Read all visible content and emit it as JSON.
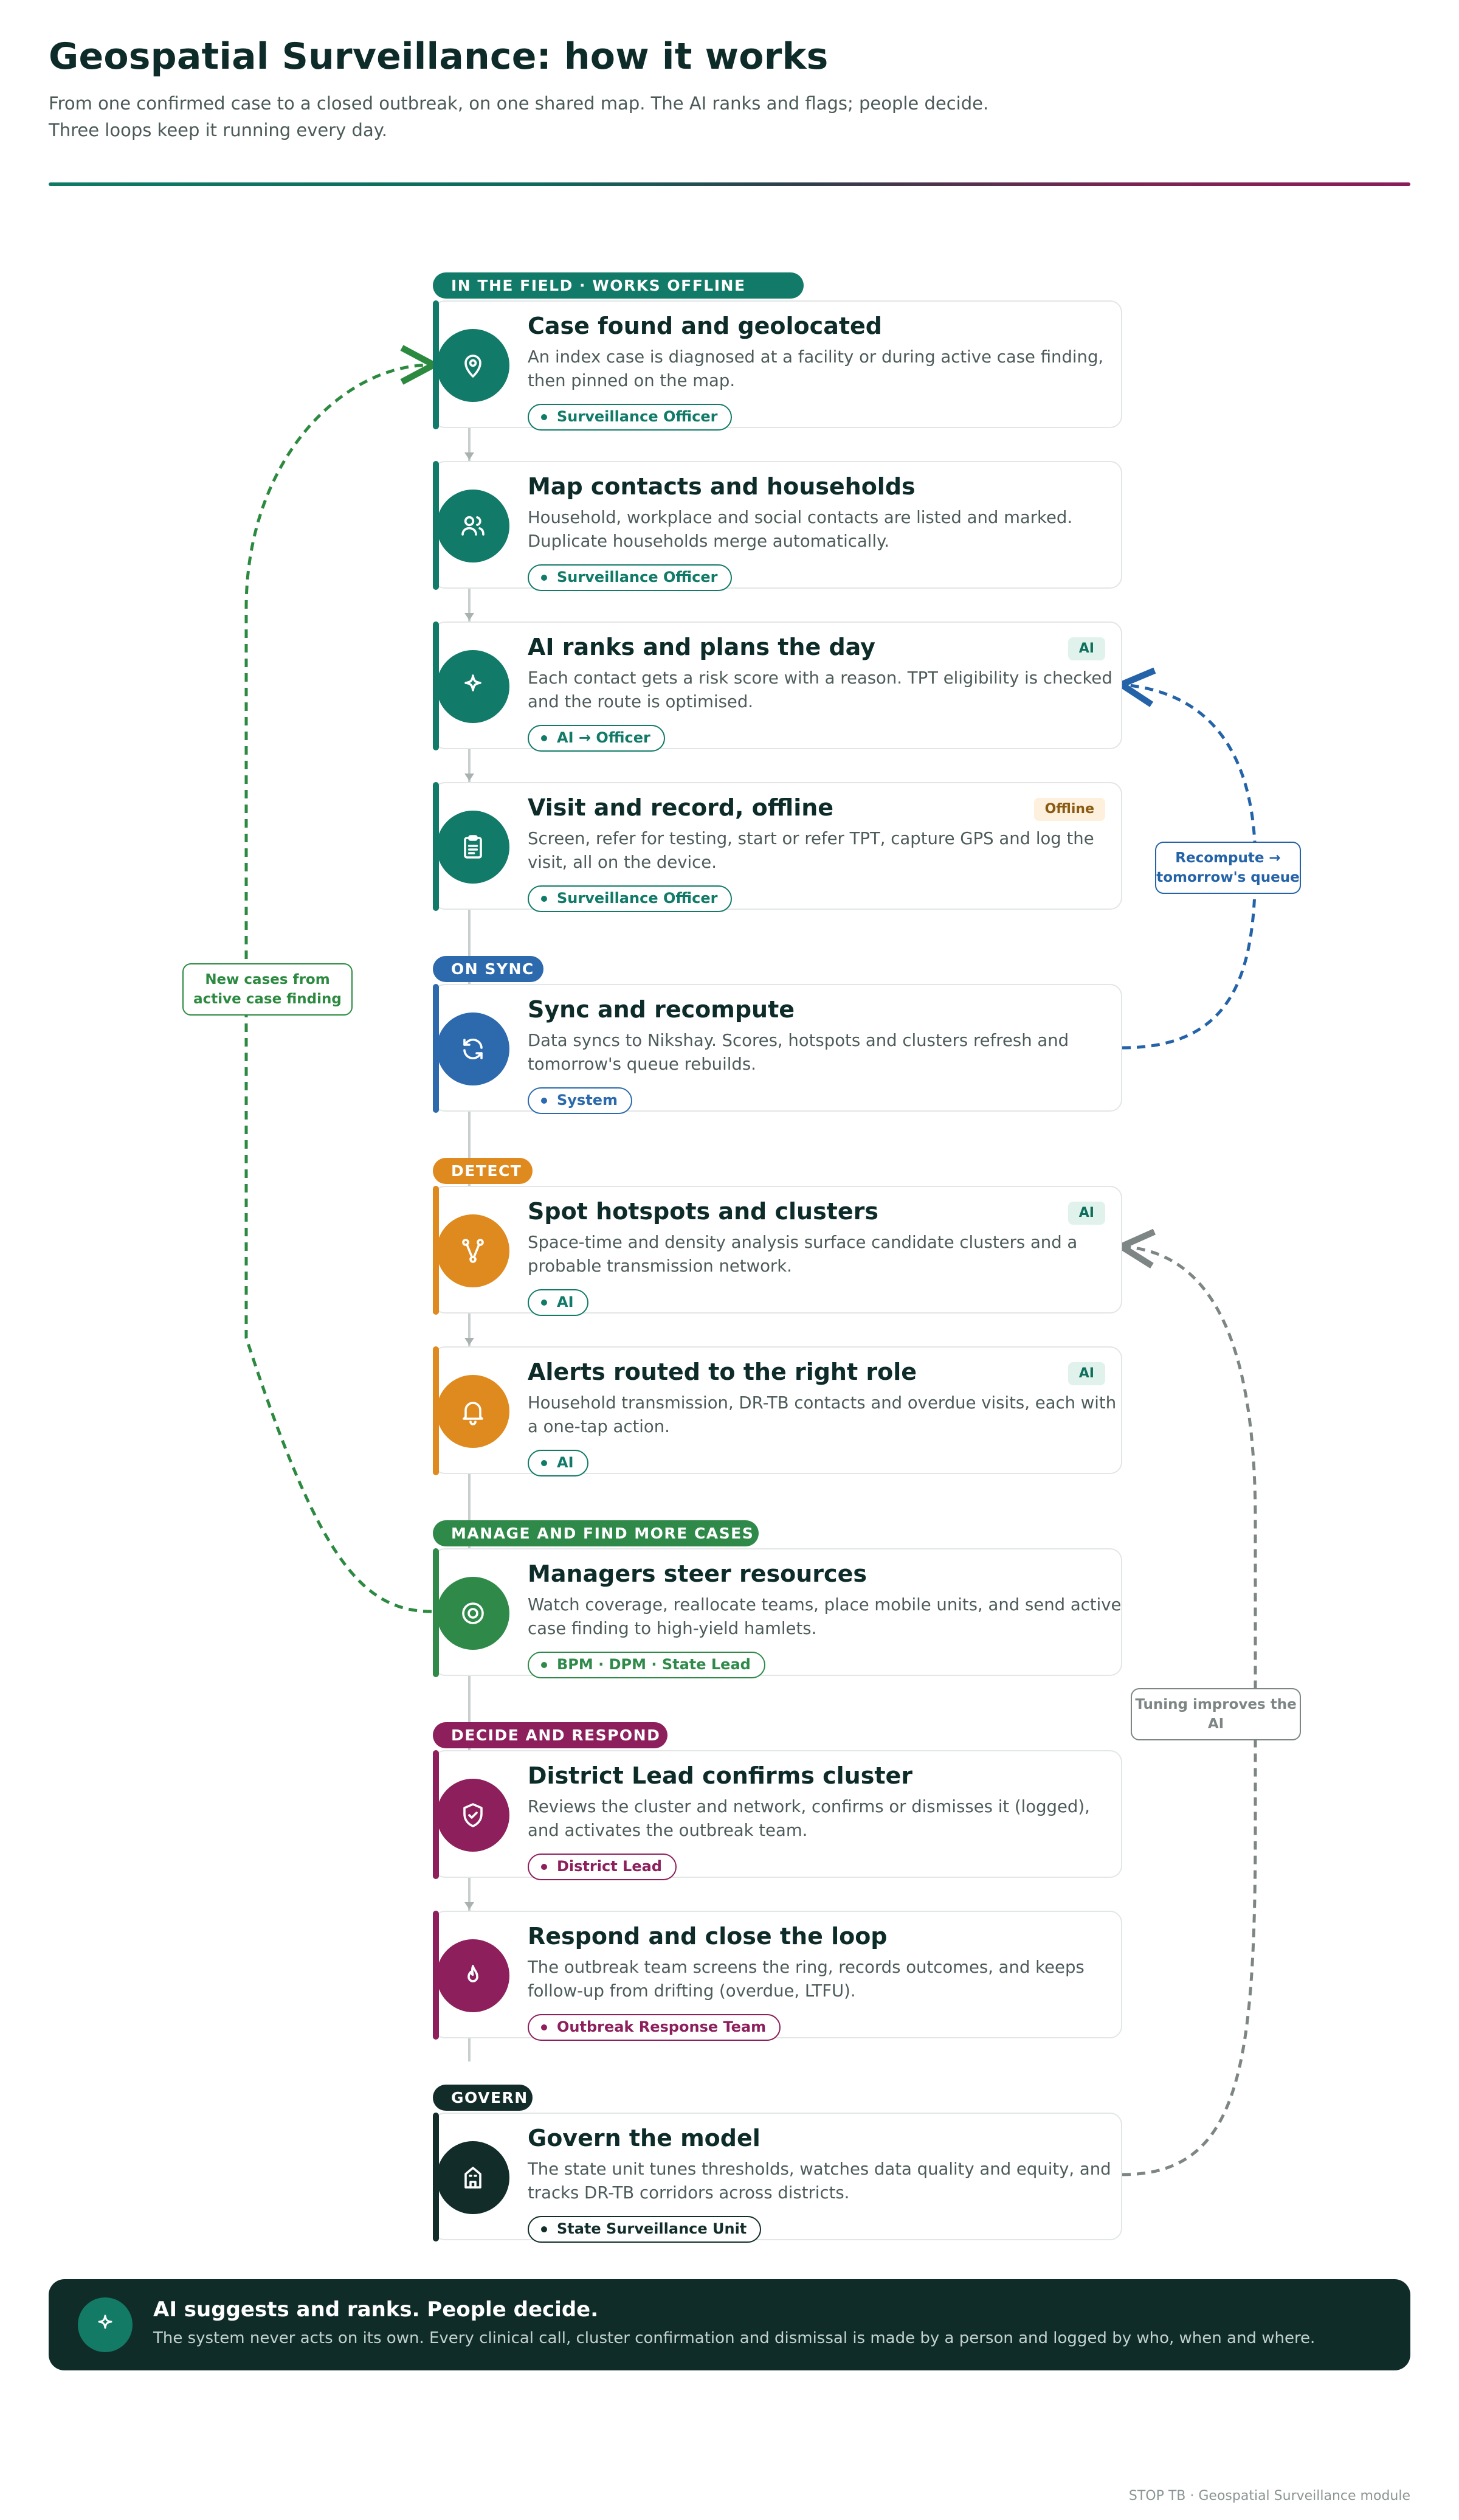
{
  "header": {
    "title": "Geospatial Surveillance: how it works",
    "subtitle_line1": "From one confirmed case to a closed outbreak, on one shared map. The AI ranks and flags; people decide.",
    "subtitle_line2": "Three loops keep it running every day."
  },
  "colors": {
    "field": "#117a68",
    "sync": "#2c6aad",
    "detect": "#df8a1f",
    "manage": "#2f8a4a",
    "respond": "#8c1f5c",
    "govern": "#112c29",
    "loop_cases": "#2c8a40",
    "loop_recompute": "#2463a8",
    "loop_tuning": "#7d8585"
  },
  "sections": {
    "field": "IN THE FIELD · WORKS OFFLINE",
    "sync": "ON SYNC",
    "detect": "DETECT",
    "manage": "MANAGE AND FIND MORE CASES",
    "respond": "DECIDE AND RESPOND",
    "govern": "GOVERN"
  },
  "steps": [
    {
      "title": "Case found and geolocated",
      "desc": "An index case is diagnosed at a facility or during active case finding, then pinned on the map.",
      "role": "Surveillance Officer",
      "icon": "map-pin-icon"
    },
    {
      "title": "Map contacts and households",
      "desc": "Household, workplace and social contacts are listed and marked. Duplicate households merge automatically.",
      "role": "Surveillance Officer",
      "icon": "people-icon"
    },
    {
      "title": "AI ranks and plans the day",
      "desc": "Each contact gets a risk score with a reason. TPT eligibility is checked and the route is optimised.",
      "role": "AI → Officer",
      "badge": "AI",
      "icon": "sparkle-icon"
    },
    {
      "title": "Visit and record, offline",
      "desc": "Screen, refer for testing, start or refer TPT, capture GPS and log the visit, all on the device.",
      "role": "Surveillance Officer",
      "badge": "Offline",
      "icon": "clipboard-icon"
    },
    {
      "title": "Sync and recompute",
      "desc": "Data syncs to Nikshay. Scores, hotspots and clusters refresh and tomorrow's queue rebuilds.",
      "role": "System",
      "icon": "refresh-icon"
    },
    {
      "title": "Spot hotspots and clusters",
      "desc": "Space-time and density analysis surface candidate clusters and a probable transmission network.",
      "role": "AI",
      "badge": "AI",
      "icon": "network-icon"
    },
    {
      "title": "Alerts routed to the right role",
      "desc": "Household transmission, DR-TB contacts and overdue visits, each with a one-tap action.",
      "role": "AI",
      "badge": "AI",
      "icon": "bell-icon"
    },
    {
      "title": "Managers steer resources",
      "desc": "Watch coverage, reallocate teams, place mobile units, and send active case finding to high-yield hamlets.",
      "role": "BPM · DPM · State Lead",
      "icon": "target-icon"
    },
    {
      "title": "District Lead confirms cluster",
      "desc": "Reviews the cluster and network, confirms or dismisses it (logged), and activates the outbreak team.",
      "role": "District Lead",
      "icon": "shield-check-icon"
    },
    {
      "title": "Respond and close the loop",
      "desc": "The outbreak team screens the ring, records outcomes, and keeps follow-up from drifting (overdue, LTFU).",
      "role": "Outbreak Response Team",
      "icon": "flame-icon"
    },
    {
      "title": "Govern the model",
      "desc": "The state unit tunes thresholds, watches data quality and equity, and tracks DR-TB corridors across districts.",
      "role": "State Surveillance Unit",
      "icon": "building-icon"
    }
  ],
  "loops": {
    "cases_line1": "New cases from",
    "cases_line2": "active case finding",
    "recompute_line1": "Recompute →",
    "recompute_line2": "tomorrow's queue",
    "tuning_line1": "Tuning improves the",
    "tuning_line2": "AI"
  },
  "footer": {
    "title": "AI suggests and ranks. People decide.",
    "desc": "The system never acts on its own. Every clinical call, cluster confirmation and dismissal is made by a person and logged by who, when and where.",
    "credit": "STOP TB · Geospatial Surveillance module"
  }
}
